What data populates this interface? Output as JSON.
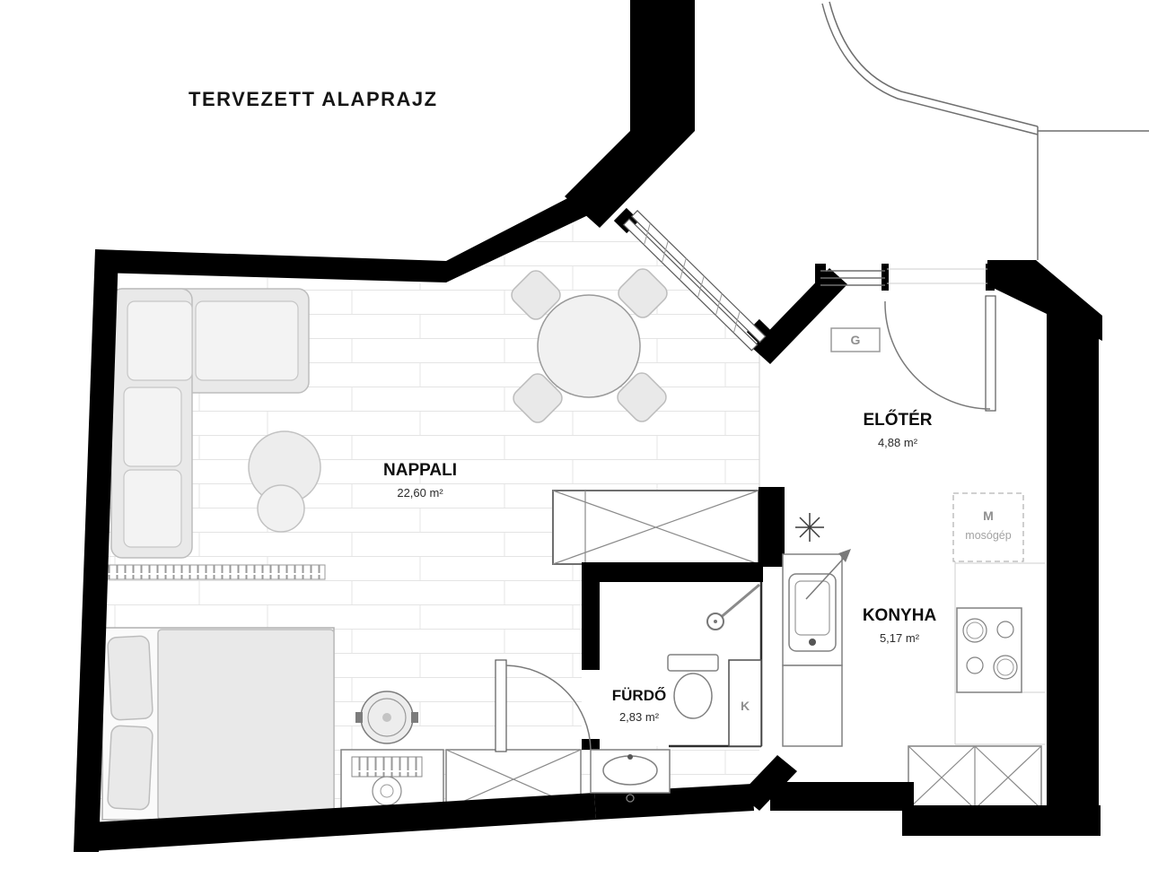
{
  "title": "TERVEZETT ALAPRAJZ",
  "rooms": {
    "nappali": {
      "name": "NAPPALI",
      "area": "22,60 m²"
    },
    "eloter": {
      "name": "ELŐTÉR",
      "area": "4,88 m²"
    },
    "konyha": {
      "name": "KONYHA",
      "area": "5,17 m²"
    },
    "furdo": {
      "name": "FÜRDŐ",
      "area": "2,83 m²"
    }
  },
  "markers": {
    "gas_meter": "G",
    "duct": "K",
    "washer_letter": "M",
    "washer_label": "mosógép"
  },
  "colors": {
    "walls": "#000000",
    "furniture_fill": "#e9e9e9",
    "fixture_outline": "#818181",
    "floor_line": "#e4e4e4"
  }
}
